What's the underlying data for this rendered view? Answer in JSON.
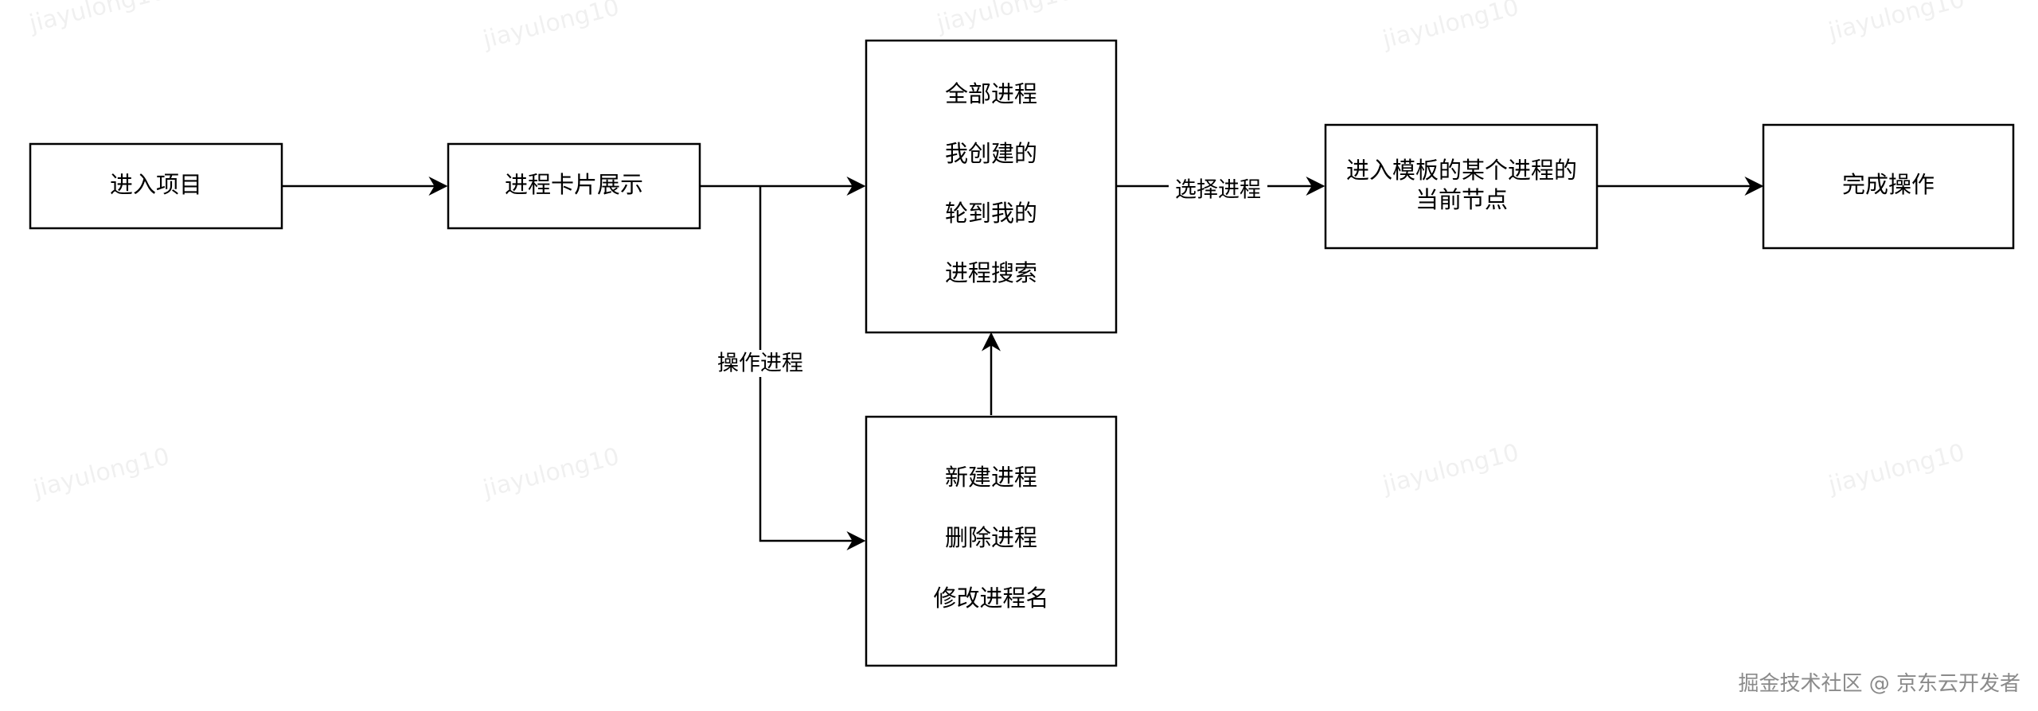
{
  "nodes": {
    "enter_project": "进入项目",
    "process_cards": "进程卡片展示",
    "filters": [
      "全部进程",
      "我创建的",
      "轮到我的",
      "进程搜索"
    ],
    "template_node": [
      "进入模板的某个进程的",
      "当前节点"
    ],
    "complete": "完成操作",
    "operations": [
      "新建进程",
      "删除进程",
      "修改进程名"
    ]
  },
  "edges": {
    "select_process": "选择进程",
    "operate_process": "操作进程"
  },
  "watermark": "jiayulong10",
  "footer": "掘金技术社区 @ 京东云开发者"
}
